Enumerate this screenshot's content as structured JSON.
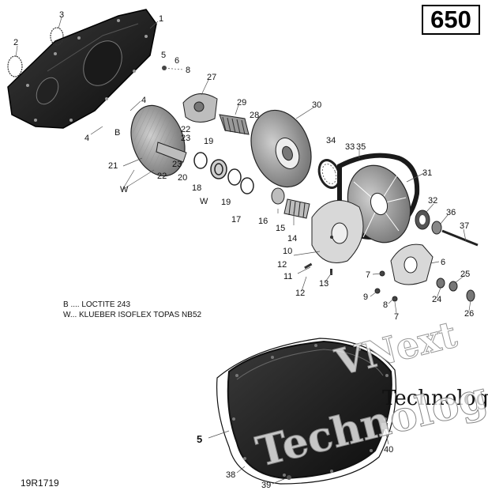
{
  "model_label": "650",
  "legend": {
    "loctite": "B .... LOCTITE 243",
    "grease": "W... KLUEBER ISOFLEX TOPAS NB52"
  },
  "part_numbers": {
    "p1": "1",
    "p2": "2",
    "p3": "3",
    "p4a": "4",
    "p4b": "4",
    "p5": "5",
    "p6": "6",
    "p8": "8",
    "pB1": "B",
    "p27": "27",
    "p28": "28",
    "p29": "29",
    "p30": "30",
    "p22a": "22",
    "p23a": "23",
    "p19a": "19",
    "p21": "21",
    "p22b": "22",
    "p23b": "23",
    "p20": "20",
    "pW1": "W",
    "p18": "18",
    "pW2": "W",
    "p19b": "19",
    "p17": "17",
    "p34": "34",
    "p33": "33",
    "p35": "35",
    "p31": "31",
    "p16": "16",
    "p15": "15",
    "p14": "14",
    "p10": "10",
    "p12a": "12",
    "p11": "11",
    "p13": "13",
    "p12b": "12",
    "p32": "32",
    "p36": "36",
    "p37": "37",
    "p6b": "6",
    "p7a": "7",
    "p9": "9",
    "p8b": "8",
    "p7b": "7",
    "p25": "25",
    "p24": "24",
    "p26": "26",
    "p5big": "5",
    "p40": "40",
    "p38": "38",
    "p39": "39"
  },
  "watermark": {
    "line1": "VNext",
    "line2": "Technolog",
    "line3": "Technolog"
  },
  "footer_code": "19R1719"
}
